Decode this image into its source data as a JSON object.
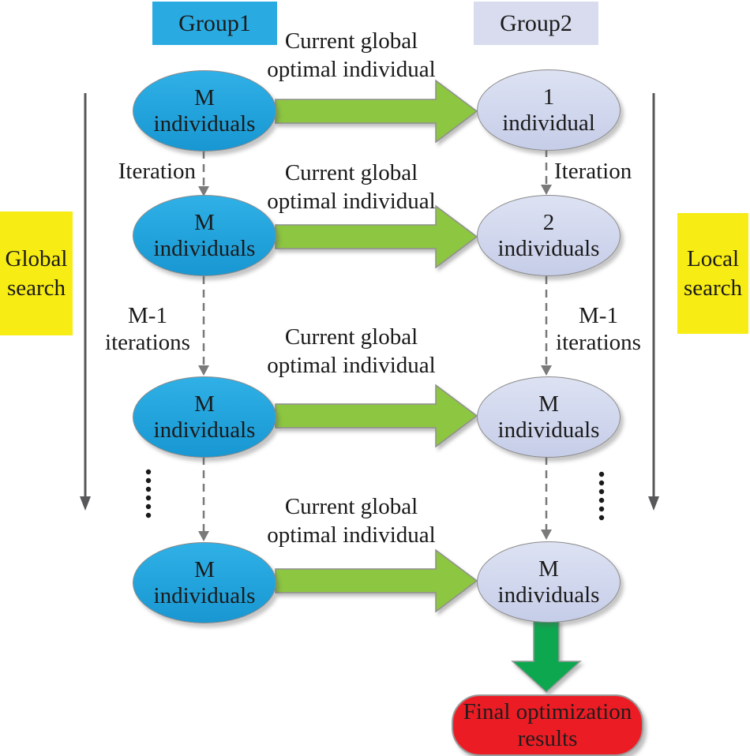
{
  "colors": {
    "group1_bg": "#29abe2",
    "group2_bg": "#d8dcee",
    "left_ellipse_top": "#2fb0e6",
    "left_ellipse_bottom": "#1897d2",
    "right_ellipse_top": "#dde2f3",
    "right_ellipse_bottom": "#c6cde8",
    "yellow": "#f7ec13",
    "green_arrow": "#8dc63f",
    "dark_green_arrow": "#0ea750",
    "red_box": "#ec1c24",
    "connector_gray": "#7a7a7a",
    "line_gray": "#58585a"
  },
  "header": {
    "group1": "Group1",
    "group2": "Group2"
  },
  "side_labels": {
    "left_line1": "Global",
    "left_line2": "search",
    "right_line1": "Local",
    "right_line2": "search"
  },
  "rows": [
    {
      "left_line1": "M",
      "left_line2": "individuals",
      "right_line1": "1",
      "right_line2": "individual",
      "arrow_line1": "Current global",
      "arrow_line2": "optimal individual"
    },
    {
      "left_line1": "M",
      "left_line2": "individuals",
      "right_line1": "2",
      "right_line2": "individuals",
      "arrow_line1": "Current global",
      "arrow_line2": "optimal individual"
    },
    {
      "left_line1": "M",
      "left_line2": "individuals",
      "right_line1": "M",
      "right_line2": "individuals",
      "arrow_line1": "Current global",
      "arrow_line2": "optimal individual"
    },
    {
      "left_line1": "M",
      "left_line2": "individuals",
      "right_line1": "M",
      "right_line2": "individuals",
      "arrow_line1": "Current global",
      "arrow_line2": "optimal individual"
    }
  ],
  "connectors": {
    "iteration_left": "Iteration",
    "iteration_right": "Iteration",
    "m1_left_line1": "M-1",
    "m1_left_line2": "iterations",
    "m1_right_line1": "M-1",
    "m1_right_line2": "iterations"
  },
  "final_box": {
    "line1": "Final optimization",
    "line2": "results"
  }
}
